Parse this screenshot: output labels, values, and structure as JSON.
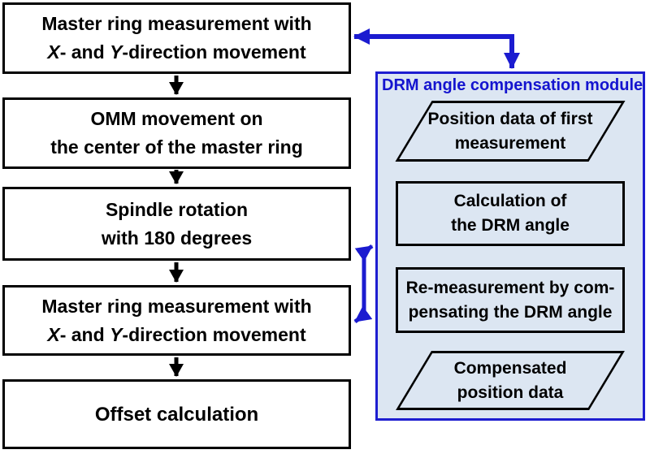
{
  "left_flow": {
    "steps": [
      {
        "line1": "Master ring measurement with",
        "x_italic": "X",
        "mid": "- and ",
        "y_italic": "Y",
        "rest": "-direction movement"
      },
      {
        "line1": "OMM movement on",
        "line2": "the center of the master ring"
      },
      {
        "line1": "Spindle rotation",
        "line2": "with 180 degrees"
      },
      {
        "line1": "Master ring measurement with",
        "x_italic": "X",
        "mid": "- and ",
        "y_italic": "Y",
        "rest": "-direction movement"
      },
      {
        "line1": "Offset calculation"
      }
    ]
  },
  "module": {
    "title": "DRM angle compensation module",
    "nodes": [
      {
        "shape": "parallelogram",
        "line1": "Position data of first",
        "line2": "measurement"
      },
      {
        "shape": "rectangle",
        "line1": "Calculation of",
        "line2": "the DRM angle"
      },
      {
        "shape": "rectangle",
        "line1": "Re-measurement by com-",
        "line2": "pensating the DRM angle"
      },
      {
        "shape": "parallelogram",
        "line1": "Compensated",
        "line2": "position data"
      }
    ]
  },
  "colors": {
    "box_border": "#000000",
    "box_background": "#ffffff",
    "module_border": "#1d1dd0",
    "module_background": "#dce6f2",
    "module_title_text": "#1414cf",
    "blue_arrow": "#1b1bd0",
    "black_arrow": "#000000",
    "text": "#000000"
  }
}
